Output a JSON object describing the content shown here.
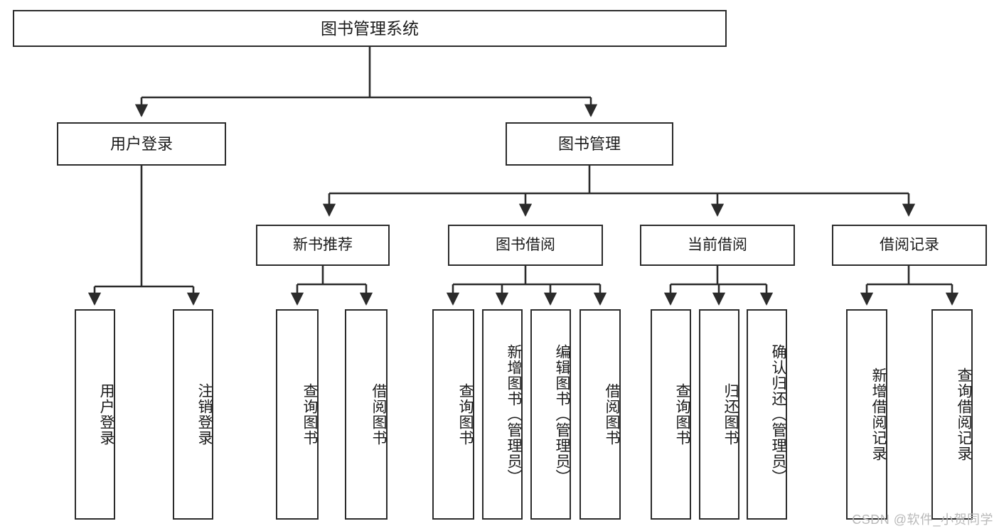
{
  "diagram": {
    "title": "图书管理系统",
    "type": "tree-hierarchy-diagram",
    "colors": {
      "border": "#2b2b2b",
      "background": "#ffffff",
      "text": "#1b1b1b",
      "watermark": "#b9b9b9"
    },
    "root": {
      "label": "图书管理系统"
    },
    "level2": [
      {
        "label": "用户登录"
      },
      {
        "label": "图书管理"
      }
    ],
    "level3": [
      {
        "label": "新书推荐"
      },
      {
        "label": "图书借阅"
      },
      {
        "label": "当前借阅"
      },
      {
        "label": "借阅记录"
      }
    ],
    "leaves": {
      "user_login": [
        {
          "label": "用户登录"
        },
        {
          "label": "注销登录"
        }
      ],
      "new_book_recommend": [
        {
          "label": "查询图书"
        },
        {
          "label": "借阅图书"
        }
      ],
      "book_borrow": [
        {
          "label": "查询图书"
        },
        {
          "label": "新增图书（管理员）"
        },
        {
          "label": "编辑图书（管理员）"
        },
        {
          "label": "借阅图书"
        }
      ],
      "current_borrow": [
        {
          "label": "查询图书"
        },
        {
          "label": "归还图书"
        },
        {
          "label": "确认归还（管理员）"
        }
      ],
      "borrow_record": [
        {
          "label": "新增借阅记录"
        },
        {
          "label": "查询借阅记录"
        }
      ]
    }
  },
  "watermark": {
    "text": "CSDN @软件_小贺同学"
  }
}
